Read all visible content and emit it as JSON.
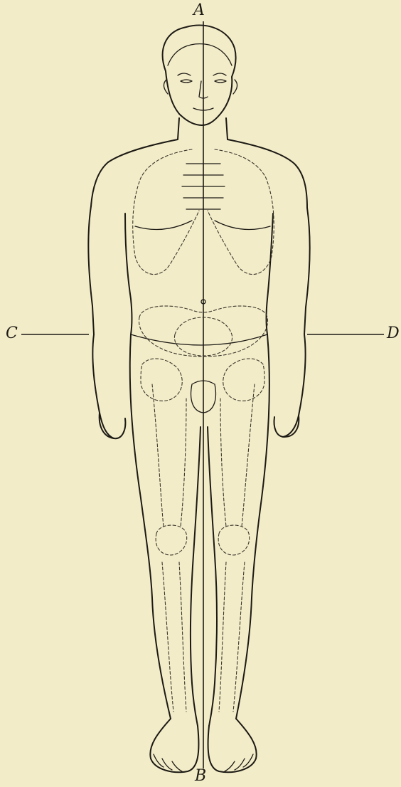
{
  "labels": {
    "top": "A",
    "bottom": "B",
    "left": "C",
    "right": "D"
  },
  "colors": {
    "paper": "#f3ecc9",
    "ink": "#1c1a14"
  }
}
